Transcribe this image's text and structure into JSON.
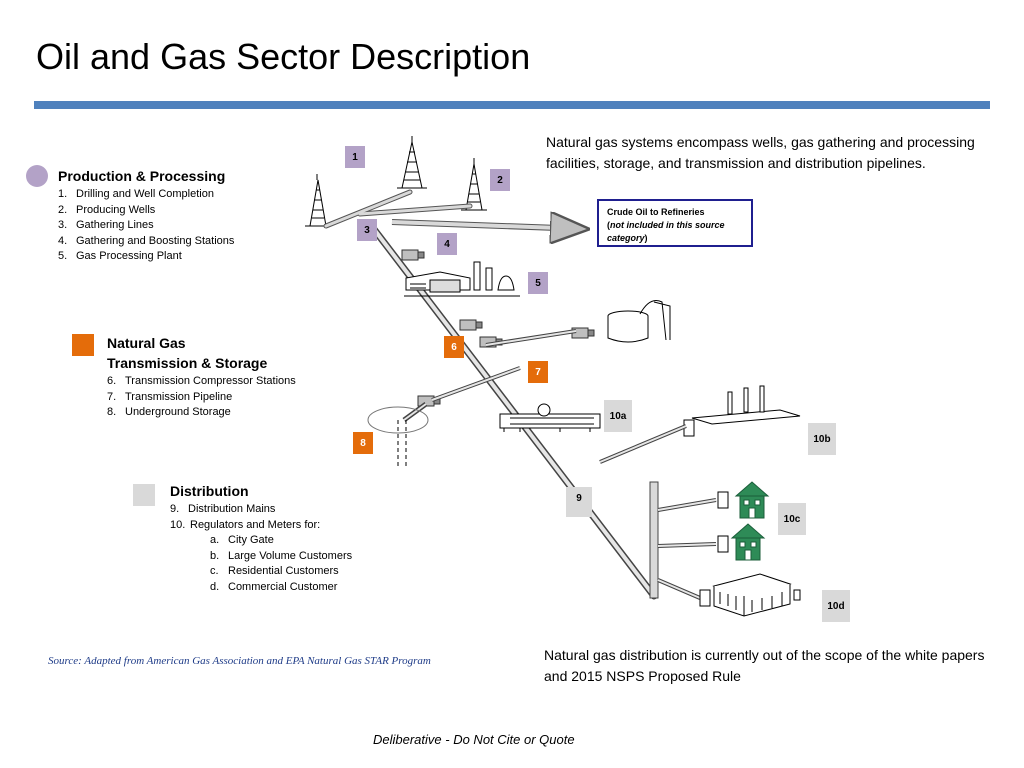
{
  "title": "Oil and Gas Sector Description",
  "colors": {
    "rule": "#4f81bd",
    "production": "#b3a2c7",
    "transmission": "#e46c0a",
    "distribution": "#d9d9d9",
    "crude_border": "#1f1f8f",
    "house": "#2e8b57",
    "source_text": "#1f3c88"
  },
  "legend": {
    "production": {
      "heading": "Production & Processing",
      "items": [
        {
          "num": "1.",
          "label": "Drilling and Well Completion"
        },
        {
          "num": "2.",
          "label": "Producing Wells"
        },
        {
          "num": "3.",
          "label": "Gathering Lines"
        },
        {
          "num": "4.",
          "label": "Gathering and Boosting Stations"
        },
        {
          "num": "5.",
          "label": "Gas Processing Plant"
        }
      ]
    },
    "transmission": {
      "heading_line1": "Natural Gas",
      "heading_line2": "Transmission & Storage",
      "items": [
        {
          "num": "6.",
          "label": "Transmission Compressor Stations"
        },
        {
          "num": "7.",
          "label": "Transmission Pipeline"
        },
        {
          "num": "8.",
          "label": "Underground Storage"
        }
      ]
    },
    "distribution": {
      "heading": "Distribution",
      "items": [
        {
          "num": "9.",
          "label": "Distribution Mains"
        },
        {
          "num": "10.",
          "label": "Regulators and Meters for:"
        }
      ],
      "subitems": [
        {
          "num": "a.",
          "label": "City Gate"
        },
        {
          "num": "b.",
          "label": "Large Volume Customers"
        },
        {
          "num": "c.",
          "label": "Residential Customers"
        },
        {
          "num": "d.",
          "label": "Commercial Customer"
        }
      ]
    }
  },
  "description_top": "Natural gas systems encompass wells, gas gathering and processing facilities, storage, and transmission and distribution pipelines.",
  "crude": {
    "line1": "Crude Oil to Refineries",
    "line2_open": "(",
    "line2_italic": "not included in this source category",
    "line2_close": ")"
  },
  "badges": {
    "b1": "1",
    "b2": "2",
    "b3": "3",
    "b4": "4",
    "b5": "5",
    "b6": "6",
    "b7": "7",
    "b8": "8",
    "b9": "9",
    "b10a": "10a",
    "b10b": "10b",
    "b10c": "10c",
    "b10d": "10d"
  },
  "description_bottom": "Natural gas distribution is currently out of the scope of the white papers and 2015 NSPS Proposed Rule",
  "source": "Source:  Adapted from American Gas Association and EPA Natural Gas STAR Program",
  "footer": "Deliberative - Do Not Cite or Quote"
}
